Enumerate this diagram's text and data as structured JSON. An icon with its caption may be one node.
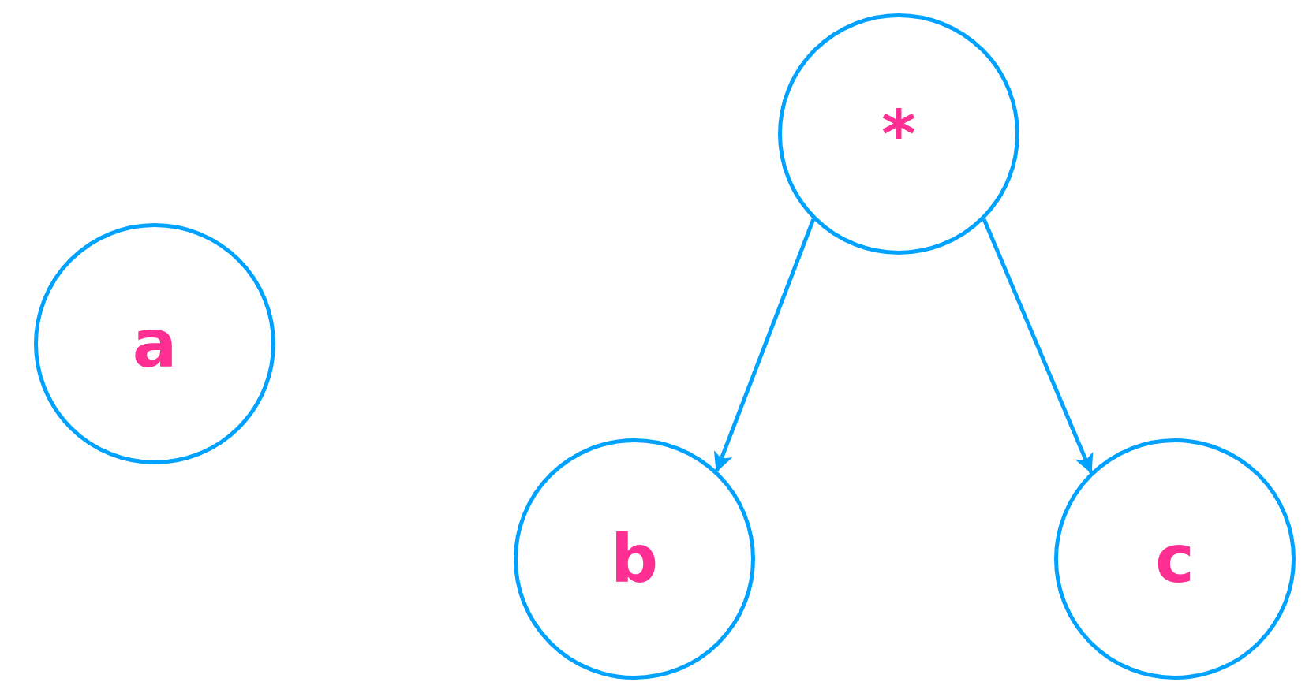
{
  "diagram": {
    "nodes": [
      {
        "text": [
          "a"
        ]
      },
      {
        "text": [
          "*"
        ]
      },
      {
        "text": [
          "b"
        ]
      },
      {
        "text": [
          "c"
        ]
      }
    ],
    "edges": [
      {
        "from": 1,
        "to": 2,
        "arrow": "to"
      },
      {
        "from": 1,
        "to": 3,
        "arrow": "to"
      }
    ]
  }
}
